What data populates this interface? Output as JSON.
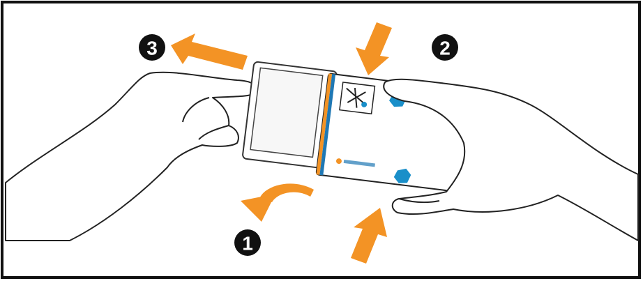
{
  "figure": {
    "steps": [
      {
        "number": "1",
        "action": "rotate-out"
      },
      {
        "number": "2",
        "action": "squeeze"
      },
      {
        "number": "3",
        "action": "pull-left"
      }
    ],
    "colors": {
      "arrow": "#f39325",
      "badge": "#111111",
      "device_stripe_blue": "#1f78b4",
      "device_stripe_orange": "#f39325",
      "tab_blue": "#1a8fc9",
      "outline": "#222222"
    }
  }
}
